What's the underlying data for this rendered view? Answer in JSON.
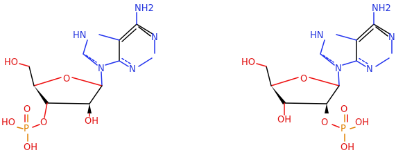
{
  "colors": {
    "carbon_bond": "#000000",
    "nitrogen": "#2233dd",
    "oxygen": "#e01010",
    "phosphorus": "#e08000"
  },
  "molecules": [
    {
      "labels": {
        "amine": "NH2",
        "imidazole_nh": "HN",
        "n1": "N",
        "n3": "N",
        "n9": "N",
        "ring_o": "O",
        "ch2oh": "HO",
        "c2_oh": "OH",
        "ester_o": "O",
        "p": "P",
        "p_dbl_o": "O",
        "p_oh_left": "HO",
        "p_oh_bottom": "OH"
      }
    },
    {
      "labels": {
        "amine": "NH2",
        "imidazole_nh": "HN",
        "n1": "N",
        "n3": "N",
        "n9": "N",
        "ring_o": "O",
        "ch2oh": "HO",
        "c3_oh": "OH",
        "ester_o": "O",
        "p": "P",
        "p_dbl_o": "O",
        "p_oh_right": "OH",
        "p_oh_bottom": "OH"
      }
    }
  ]
}
